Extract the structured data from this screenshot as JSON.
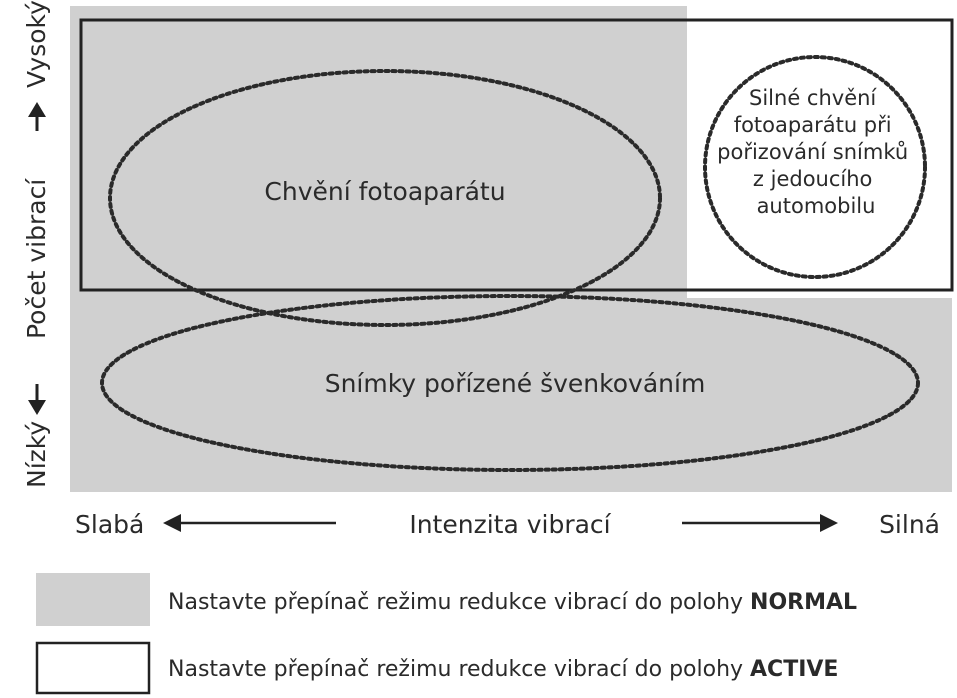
{
  "colors": {
    "normal_area": "#d0d0d0",
    "active_frame": "#222222",
    "ellipse_stroke": "#2a2a2a",
    "text": "#2a2a2a"
  },
  "axes": {
    "y_title": "Počet vibrací",
    "y_high": "Vysoký",
    "y_low": "Nízký",
    "x_title": "Intenzita vibrací",
    "x_low": "Slabá",
    "x_high": "Silná"
  },
  "regions": {
    "camera_shake": "Chvění fotoaparátu",
    "panning": "Snímky pořízené švenkováním",
    "vehicle_shake": [
      "Silné chvění",
      "fotoaparátu při",
      "pořizování snímků",
      "z jedoucího",
      "automobilu"
    ]
  },
  "legend": {
    "normal": {
      "text": "Nastavte přepínač režimu redukce vibrací do polohy ",
      "mode": "NORMAL"
    },
    "active": {
      "text": "Nastavte přepínač režimu redukce vibrací do polohy ",
      "mode": "ACTIVE"
    }
  }
}
